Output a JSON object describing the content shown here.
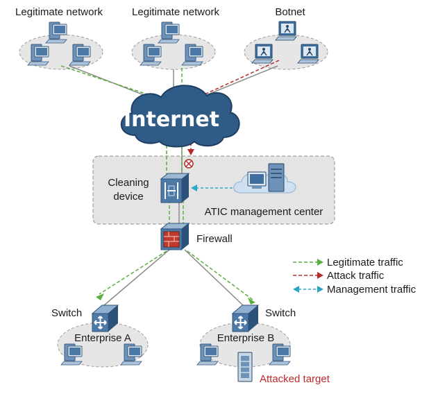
{
  "labels": {
    "top_left": "Legitimate network",
    "top_mid": "Legitimate network",
    "top_right": "Botnet",
    "internet": "Internet",
    "cleaning_line1": "Cleaning",
    "cleaning_line2": "device",
    "atic": "ATIC management center",
    "firewall": "Firewall",
    "switch_left": "Switch",
    "switch_right": "Switch",
    "enterprise_a": "Enterprise A",
    "enterprise_b": "Enterprise B",
    "attacked_target": "Attacked target"
  },
  "legend": [
    {
      "label": "Legitimate traffic",
      "color": "#5aae3c"
    },
    {
      "label": "Attack traffic",
      "color": "#b52a2a"
    },
    {
      "label": "Management traffic",
      "color": "#2aa6c8"
    }
  ],
  "colors": {
    "legitimate": "#5aae3c",
    "attack": "#b52a2a",
    "management": "#2aa6c8",
    "device_blue": "#3f6f9f",
    "cloud": "#2f5b87",
    "attacked_target_text": "#c0282a"
  }
}
